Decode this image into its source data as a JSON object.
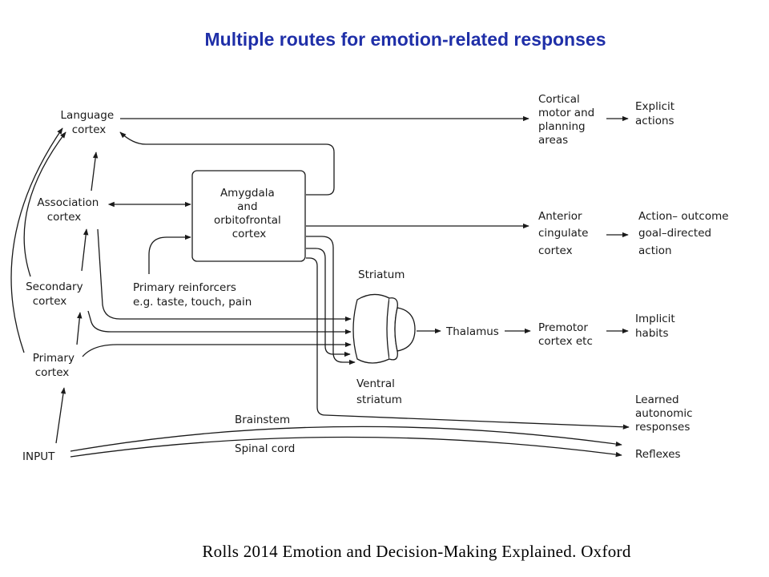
{
  "title": "Multiple routes for emotion-related responses",
  "citation": "Rolls 2014 Emotion and Decision-Making Explained. Oxford",
  "nodes": {
    "language_cortex": [
      "Language",
      "cortex"
    ],
    "association_cortex": [
      "Association",
      "cortex"
    ],
    "secondary_cortex": [
      "Secondary",
      "cortex"
    ],
    "primary_cortex": [
      "Primary",
      "cortex"
    ],
    "input": "INPUT",
    "amygdala_ofc": [
      "Amygdala",
      "and",
      "orbitofrontal",
      "cortex"
    ],
    "primary_reinforcers": [
      "Primary reinforcers",
      "e.g. taste, touch, pain"
    ],
    "striatum": "Striatum",
    "ventral_striatum": [
      "Ventral",
      "striatum"
    ],
    "thalamus": "Thalamus",
    "cortical_motor": [
      "Cortical",
      "motor and",
      "planning",
      "areas"
    ],
    "explicit_actions": [
      "Explicit",
      "actions"
    ],
    "anterior_cingulate": [
      "Anterior",
      "cingulate",
      "cortex"
    ],
    "action_outcome": [
      "Action– outcome",
      "goal–directed",
      "action"
    ],
    "premotor": [
      "Premotor",
      "cortex etc"
    ],
    "implicit_habits": [
      "Implicit",
      "habits"
    ],
    "learned_autonomic": [
      "Learned",
      "autonomic",
      "responses"
    ],
    "brainstem": "Brainstem",
    "spinal_cord": "Spinal cord",
    "reflexes": "Reflexes"
  },
  "colors": {
    "title": "#1f2fa8",
    "ink": "#1a1a1a"
  }
}
